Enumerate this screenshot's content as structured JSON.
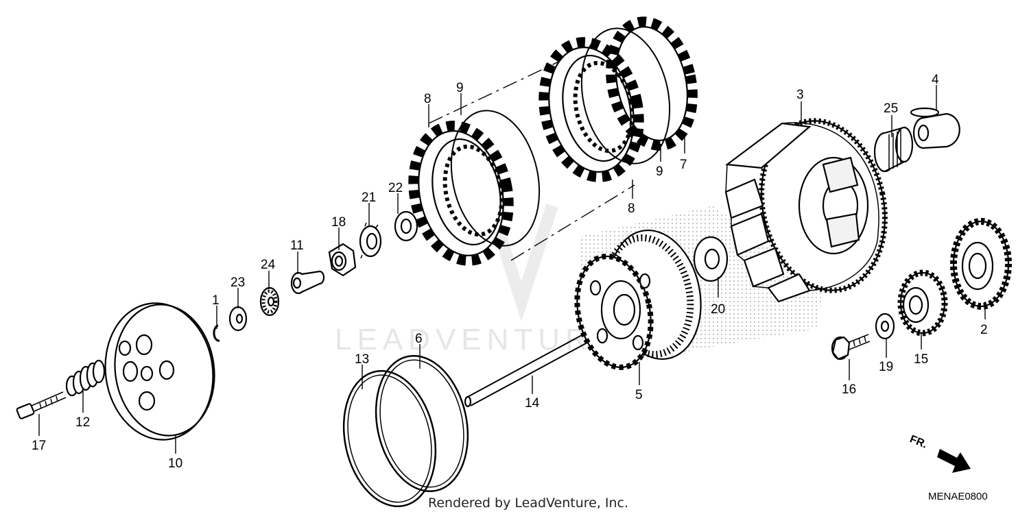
{
  "diagram": {
    "part_code": "MENAE0800",
    "credit": "Rendered by LeadVenture, Inc.",
    "watermark": "LEADVENTURE",
    "direction_label": "FR.",
    "callouts": {
      "p1": "1",
      "p2": "2",
      "p3": "3",
      "p4": "4",
      "p5": "5",
      "p6": "6",
      "p7": "7",
      "p8a": "8",
      "p8b": "8",
      "p9a": "9",
      "p9b": "9",
      "p10": "10",
      "p11": "11",
      "p12": "12",
      "p13": "13",
      "p14": "14",
      "p15": "15",
      "p16": "16",
      "p17": "17",
      "p18": "18",
      "p19": "19",
      "p20": "20",
      "p21": "21",
      "p22": "22",
      "p23": "23",
      "p24": "24",
      "p25": "25"
    }
  }
}
